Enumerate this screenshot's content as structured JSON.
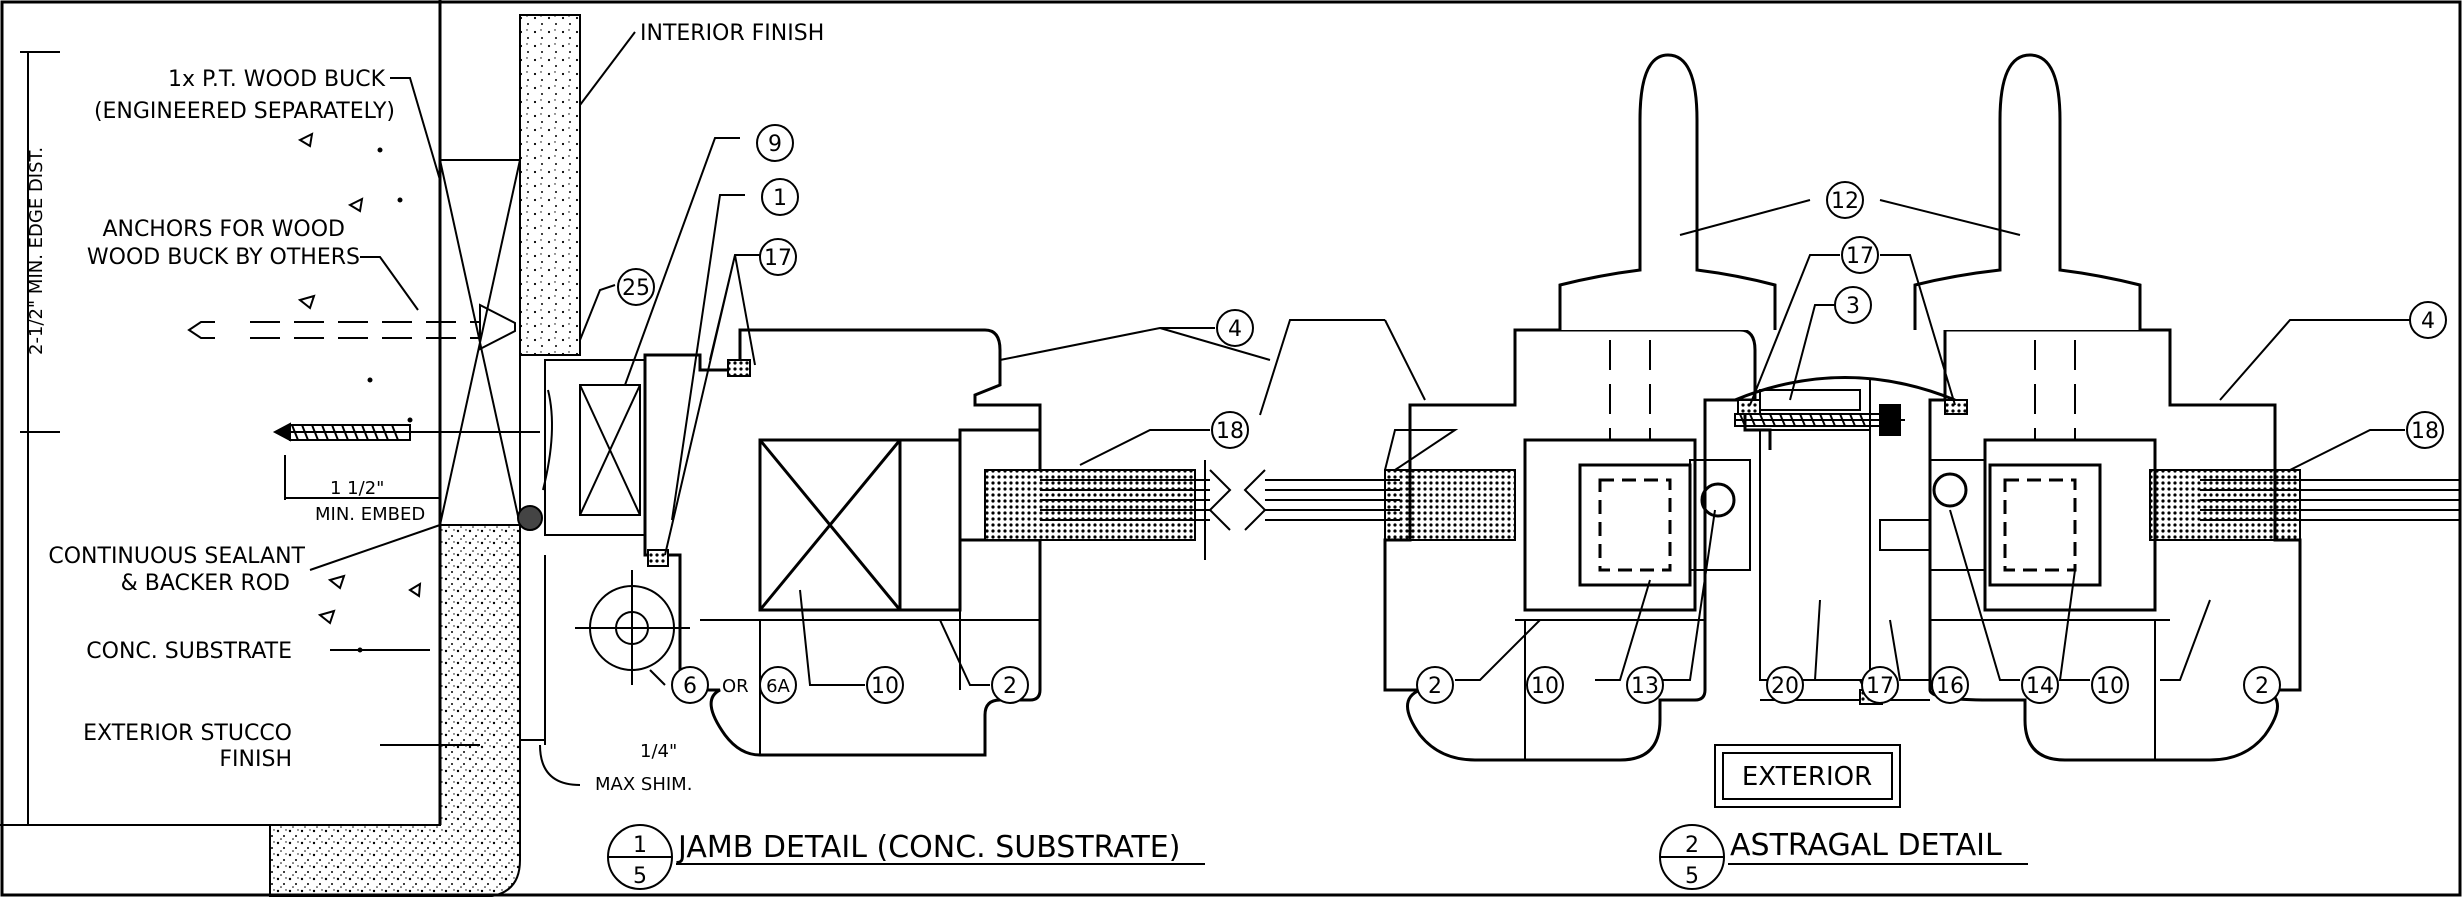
{
  "jamb": {
    "labels": {
      "interior_finish": "INTERIOR FINISH",
      "wood_buck_1": "1x P.T. WOOD BUCK",
      "wood_buck_2": "(ENGINEERED SEPARATELY)",
      "anchors_1": "ANCHORS FOR WOOD",
      "anchors_2": "WOOD BUCK BY OTHERS",
      "edge_dist": "2-1/2\" MIN. EDGE DIST.",
      "embed_1": "1 1/2\"",
      "embed_2": "MIN. EMBED",
      "sealant_1": "CONTINUOUS SEALANT",
      "sealant_2": "& BACKER ROD",
      "conc": "CONC. SUBSTRATE",
      "stucco_1": "EXTERIOR STUCCO",
      "stucco_2": "FINISH",
      "shim_1": "1/4\"",
      "shim_2": "MAX SHIM."
    },
    "callouts": {
      "c9": "9",
      "c1": "1",
      "c17": "17",
      "c25": "25",
      "c6": "6",
      "or": "OR",
      "c6a": "6A",
      "c10": "10",
      "c2": "2",
      "c4": "4",
      "c18": "18"
    },
    "title": {
      "num": "1",
      "sheet": "5",
      "text": "JAMB DETAIL (CONC. SUBSTRATE)"
    }
  },
  "astragal": {
    "callouts": {
      "c12": "12",
      "c17": "17",
      "c3": "3",
      "c4": "4",
      "c18": "18",
      "c2a": "2",
      "c10a": "10",
      "c13": "13",
      "c20": "20",
      "c17b": "17",
      "c16": "16",
      "c14": "14",
      "c10b": "10",
      "c2b": "2"
    },
    "exterior": "EXTERIOR",
    "title": {
      "num": "2",
      "sheet": "5",
      "text": "ASTRAGAL DETAIL"
    }
  }
}
